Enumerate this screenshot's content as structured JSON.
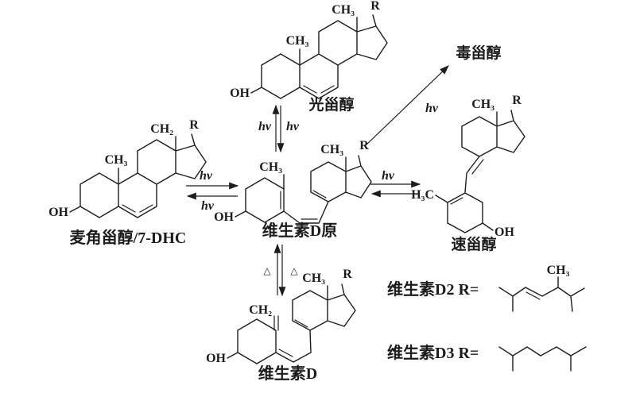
{
  "compounds": {
    "lumisterol": "光甾醇",
    "toxisterol": "毒甾醇",
    "ergosterol": "麦角甾醇/7-DHC",
    "previtamin_d": "维生素D原",
    "tachysterol": "速甾醇",
    "vitamin_d": "维生素D",
    "vitamin_d2_r": "维生素D2 R=",
    "vitamin_d3_r": "维生素D3 R="
  },
  "atoms": {
    "oh": "OH",
    "ch3": "CH₃",
    "ch2": "CH₂",
    "h3c": "H₃C",
    "r": "R"
  },
  "conditions": {
    "hv": "hv",
    "heat": "△"
  },
  "colors": {
    "ink": "#1c1c1c",
    "background": "#ffffff"
  }
}
